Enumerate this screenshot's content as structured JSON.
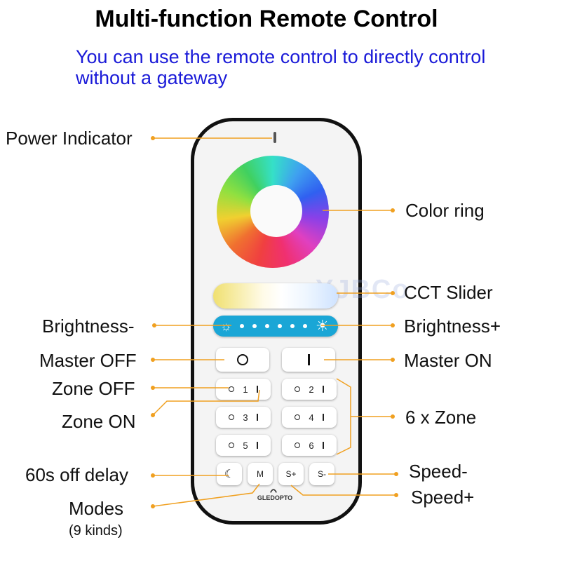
{
  "title": "Multi-function Remote Control",
  "subtitle": "You can use the remote control to directly control without a gateway",
  "watermark": "YJBCo",
  "brand": "GLEDOPTO",
  "labels": {
    "power_indicator": "Power Indicator",
    "color_ring": "Color ring",
    "cct_slider": "CCT Slider",
    "brightness_minus": "Brightness-",
    "brightness_plus": "Brightness+",
    "master_off": "Master OFF",
    "master_on": "Master ON",
    "zone_off": "Zone OFF",
    "zone_on": "Zone ON",
    "six_zone": "6 x Zone",
    "off_delay": "60s off delay",
    "modes": "Modes",
    "modes_kinds": "(9 kinds)",
    "speed_minus": "Speed-",
    "speed_plus": "Speed+"
  },
  "buttons": {
    "zone1": "1",
    "zone2": "2",
    "zone3": "3",
    "zone4": "4",
    "zone5": "5",
    "zone6": "6",
    "mode": "M",
    "speed_plus": "S+",
    "speed_minus": "S-"
  },
  "colors": {
    "line": "#f0a020",
    "subtitle": "#1a1ad8",
    "brightness_bar": "#1aa6d6"
  },
  "icons": [
    "led-indicator-icon",
    "sun-icon",
    "moon-icon",
    "power-off-icon",
    "power-on-icon"
  ]
}
